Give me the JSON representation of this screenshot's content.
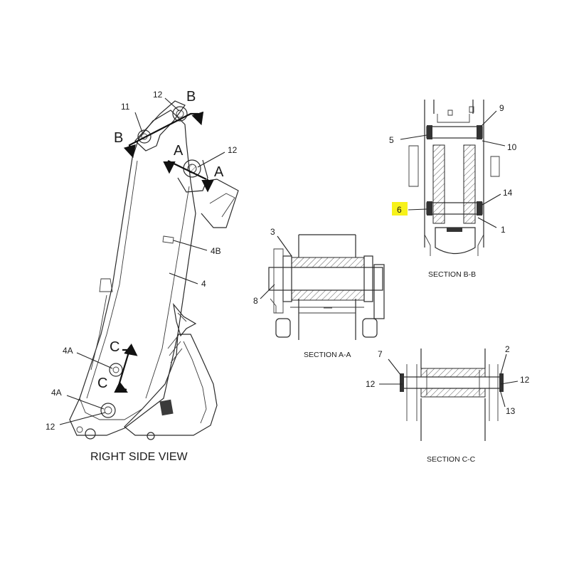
{
  "colors": {
    "highlight": "#f7f21a",
    "line": "#2a2a2a",
    "background": "#ffffff"
  },
  "views": {
    "right_side": {
      "caption": "RIGHT SIDE VIEW",
      "section_marks": {
        "b_top": "B",
        "b_left": "B",
        "a_left": "A",
        "a_right": "A",
        "c_top": "C",
        "c_bottom": "C"
      },
      "callouts": {
        "c12_top": "12",
        "c11": "11",
        "c12_right": "12",
        "c4B": "4B",
        "c4": "4",
        "c4A_upper": "4A",
        "c4A_lower": "4A",
        "c12_bottom": "12"
      }
    },
    "section_a": {
      "caption": "SECTION A-A",
      "callouts": {
        "c3": "3",
        "c8": "8"
      }
    },
    "section_b": {
      "caption": "SECTION B-B",
      "callouts": {
        "c9": "9",
        "c5": "5",
        "c10": "10",
        "c14": "14",
        "c6": "6",
        "c1": "1"
      },
      "highlighted_callout": "6"
    },
    "section_c": {
      "caption": "SECTION C-C",
      "callouts": {
        "c7": "7",
        "c2": "2",
        "c12_left": "12",
        "c12_right": "12",
        "c13": "13"
      }
    }
  }
}
